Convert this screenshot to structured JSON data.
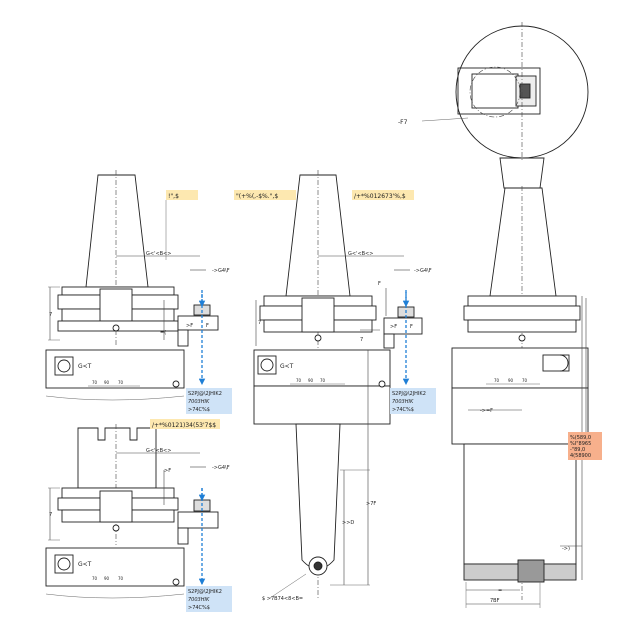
{
  "callouts": {
    "top_left_tag": "!\",$",
    "top_mid_tag_a": "\"(+%(,-$%.\",$",
    "top_mid_tag_b": "/+*%012673'%,$",
    "lower_left_tag": "/+*%0121)34(53'7$$",
    "detail_label": "-F7",
    "tool_label": "$ >7B74<8<B="
  },
  "dims": {
    "gap_a": "G<'<B<>",
    "gap_b": "->G4\\F",
    "offset": ">F",
    "height_f": "F",
    "seven": "7",
    "level": "=(",
    "d_length": ">>D",
    "f_length": ">7F",
    "depth": "->=F",
    "small_r": "->)",
    "base_width": "7BF",
    "u_mark": "="
  },
  "marks": {
    "logo": "G<T",
    "scale_a": "70",
    "scale_b": "90",
    "scale_c": "70"
  },
  "info_boxes": [
    {
      "line1": "S2PJ@\\2JHIK2",
      "line2": "7003HIK",
      "line3": ">74C%$"
    },
    {
      "line1": "S2PJ@\\2JHIK2",
      "line2": "7003HIK",
      "line3": ">74C%$"
    },
    {
      "line1": "S2PJ@\\2JHIK2",
      "line2": "7003HIK",
      "line3": ">74C%$"
    }
  ],
  "orange_box": {
    "lines": [
      "%(589,0",
      "%I\"8965",
      "-\"89,0",
      "4(58900"
    ]
  },
  "colors": {
    "yellow_tag": "#fde8b0",
    "blue_box": "#cfe3f7",
    "orange_box": "#f7b08c",
    "blue_arrow": "#1f7fd6",
    "line": "#222222"
  }
}
